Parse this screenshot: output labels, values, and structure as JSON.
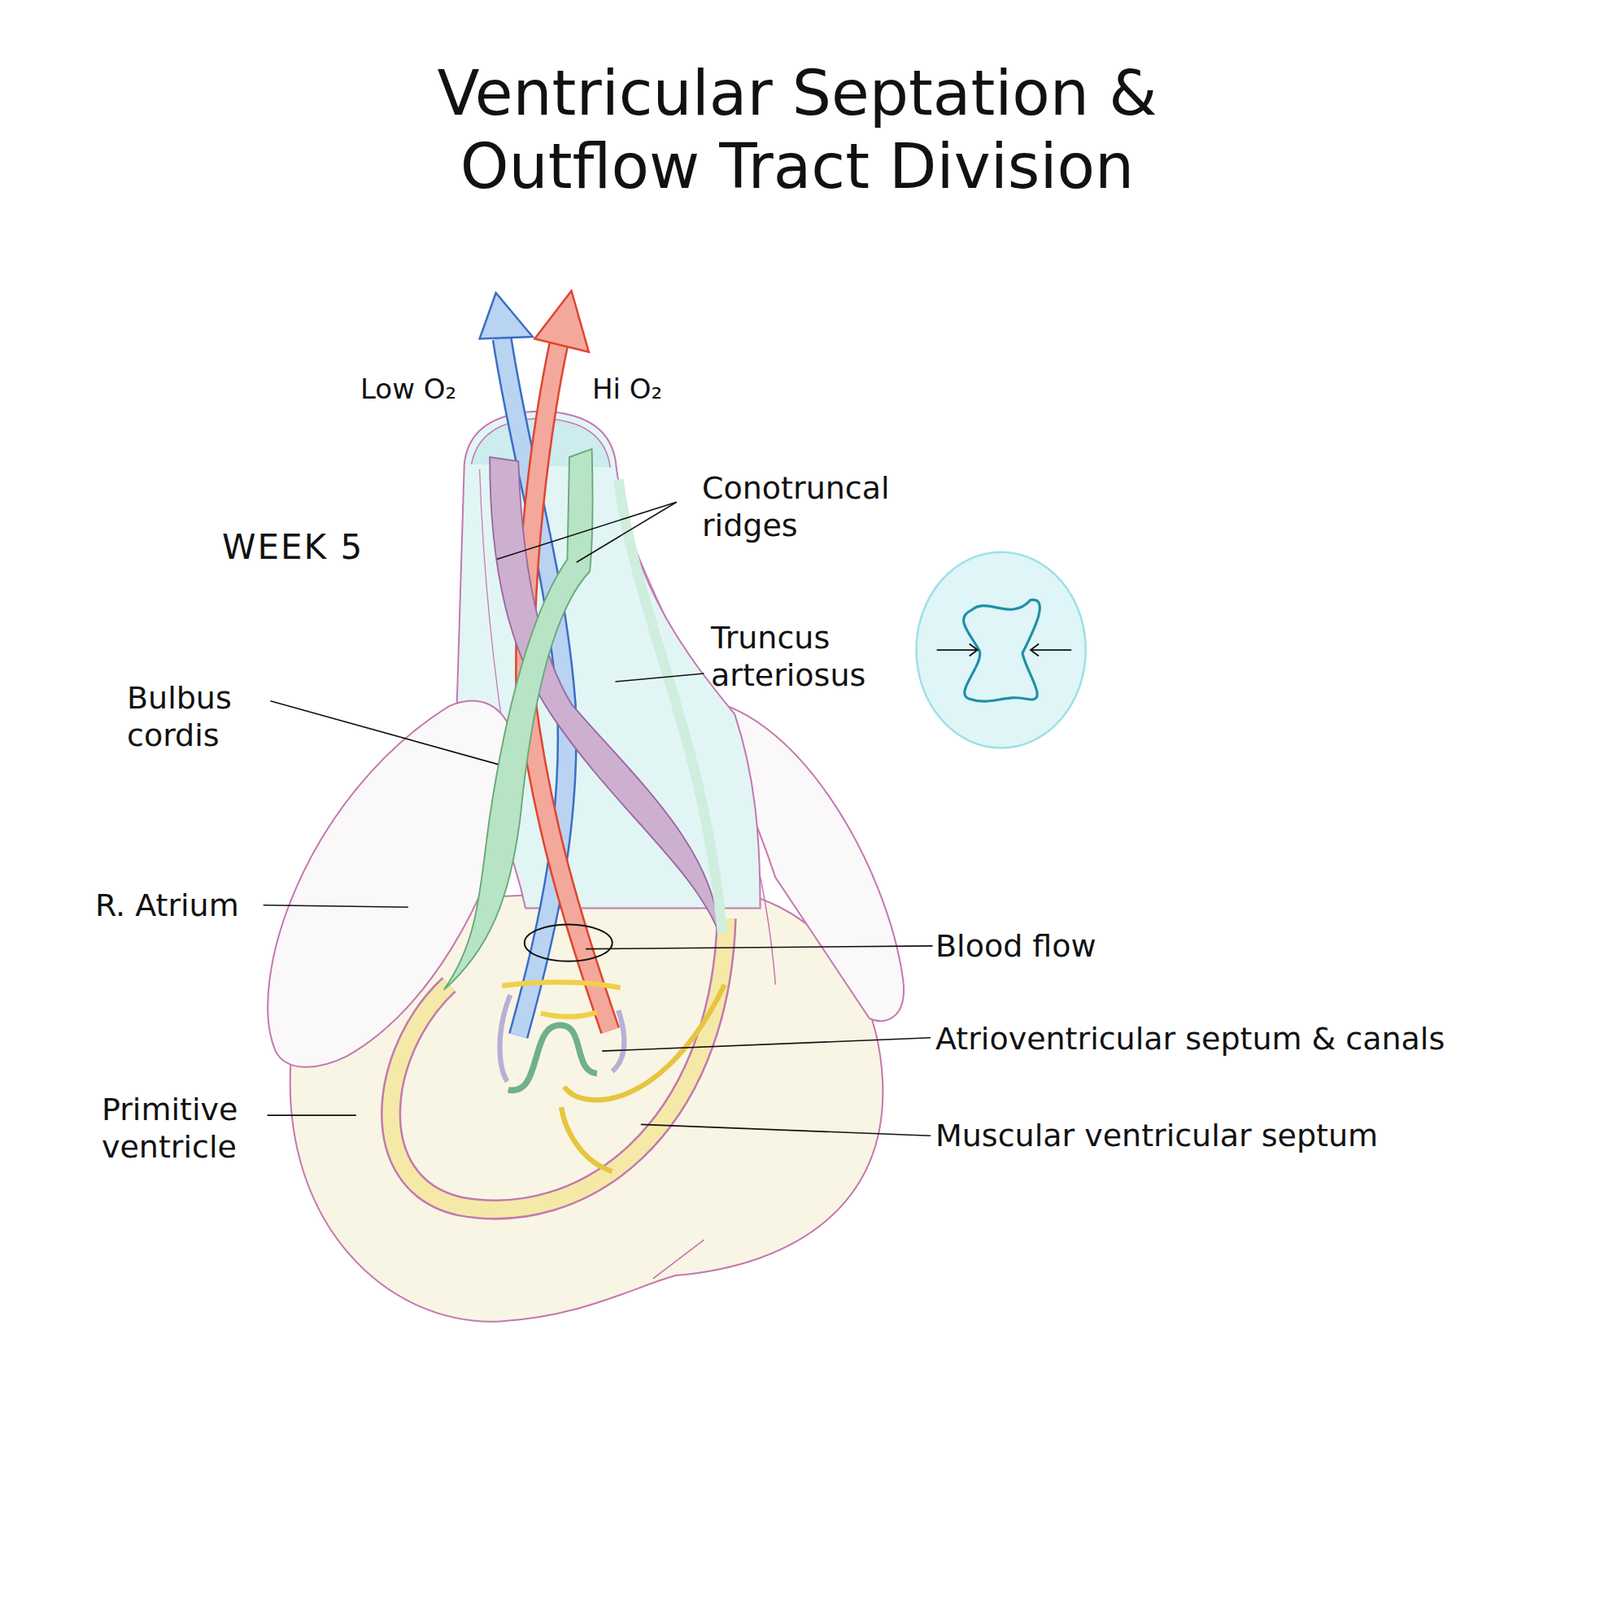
{
  "diagram": {
    "title": "Ventricular Septation & Outflow Tract Division",
    "labels": [
      "Low O₂",
      "Hi O₂",
      "Conotruncal ridges",
      "WEEK 5",
      "Truncus arteriosus",
      "Bulbus cordis",
      "R. Atrium",
      "Blood flow",
      "Atrioventricular septum & canals",
      "Primitive ventricle",
      "Muscular ventricular septum"
    ]
  }
}
